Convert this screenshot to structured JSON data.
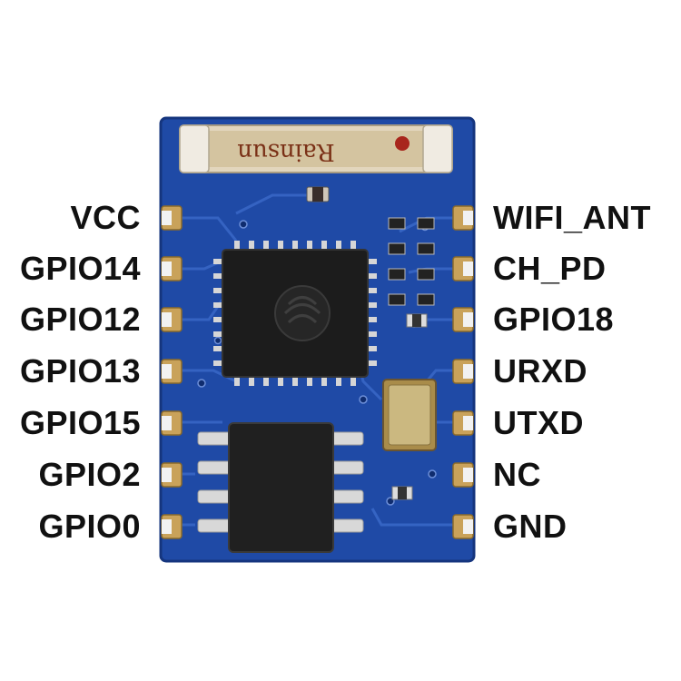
{
  "module": {
    "antenna_brand": "Rainsun",
    "colors": {
      "pcb": "#1f4aa6",
      "pcb_edge": "#15357e",
      "pad": "#c9a25a",
      "chip": "#1c1c1c",
      "antenna": "#d9c9a6",
      "trace": "#3a68c8"
    }
  },
  "left_pins": [
    {
      "label": "VCC"
    },
    {
      "label": "GPIO14"
    },
    {
      "label": "GPIO12"
    },
    {
      "label": "GPIO13"
    },
    {
      "label": "GPIO15"
    },
    {
      "label": "GPIO2"
    },
    {
      "label": "GPIO0"
    }
  ],
  "right_pins": [
    {
      "label": "WIFI_ANT"
    },
    {
      "label": "CH_PD"
    },
    {
      "label": "GPIO18"
    },
    {
      "label": "URXD"
    },
    {
      "label": "UTXD"
    },
    {
      "label": "NC"
    },
    {
      "label": "GND"
    }
  ]
}
